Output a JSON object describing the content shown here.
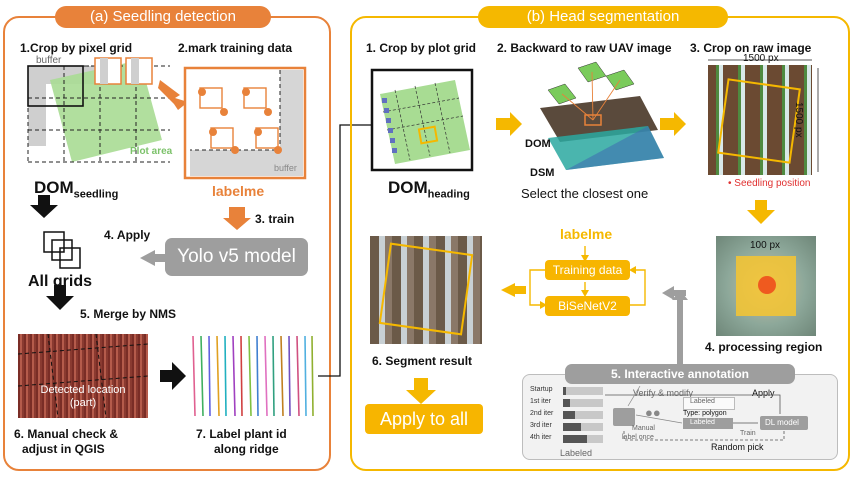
{
  "panel_a": {
    "title": "(a) Seedling detection",
    "step1": "1.Crop by pixel grid",
    "buffer_label": "buffer",
    "plot_area": "Plot area",
    "dom_main": "DOM",
    "dom_sub": "seedling",
    "step2": "2.mark training data",
    "buffer_label2": "buffer",
    "labelme": "labelme",
    "step3": "3. train",
    "yolo": "Yolo v5 model",
    "step4": "4. Apply",
    "all_grids": "All grids",
    "step5": "5. Merge by NMS",
    "detected": "Detected location",
    "detected_sub": "(part)",
    "step6_l1": "6. Manual check &",
    "step6_l2": "adjust in QGIS",
    "step7_l1": "7. Label plant id",
    "step7_l2": "along ridge"
  },
  "panel_b": {
    "title": "(b) Head segmentation",
    "step1": "1. Crop by plot grid",
    "dom_main": "DOM",
    "dom_sub": "heading",
    "step2": "2. Backward to raw UAV image",
    "dom_label": "DOM",
    "dsm_label": "DSM",
    "closest": "Select the closest one",
    "step3": "3. Crop on raw image",
    "px_1500_h": "1500 px",
    "px_1500_v": "1500 px",
    "seedling_pos": "• Seedling position",
    "px_100": "100 px",
    "step4": "4. processing region",
    "labelme": "labelme",
    "training_data": "Training data",
    "bisenet": "BiSeNetV2",
    "step6": "6. Segment result",
    "apply_all": "Apply to all",
    "step5": "5. Interactive annotation",
    "iters": [
      "Startup",
      "1st iter",
      "2nd iter",
      "3rd iter",
      "4th iter"
    ],
    "iter_fill": [
      0.08,
      0.18,
      0.3,
      0.45,
      0.6
    ],
    "verify": "Verify & modify",
    "apply": "Apply",
    "labeled_top": "Labeled",
    "type_polygon": "Type: polygon",
    "manual_l1": "Manual",
    "manual_l2": "label once",
    "labeled_mid": "Labeled",
    "train": "Train",
    "dl_model": "DL model",
    "random_pick": "Random pick",
    "labeled_bottom": "Labeled"
  },
  "colors": {
    "orange": "#e8823a",
    "yellow": "#f5b800",
    "gray": "#9e9e9e",
    "green": "#8fd07a"
  }
}
